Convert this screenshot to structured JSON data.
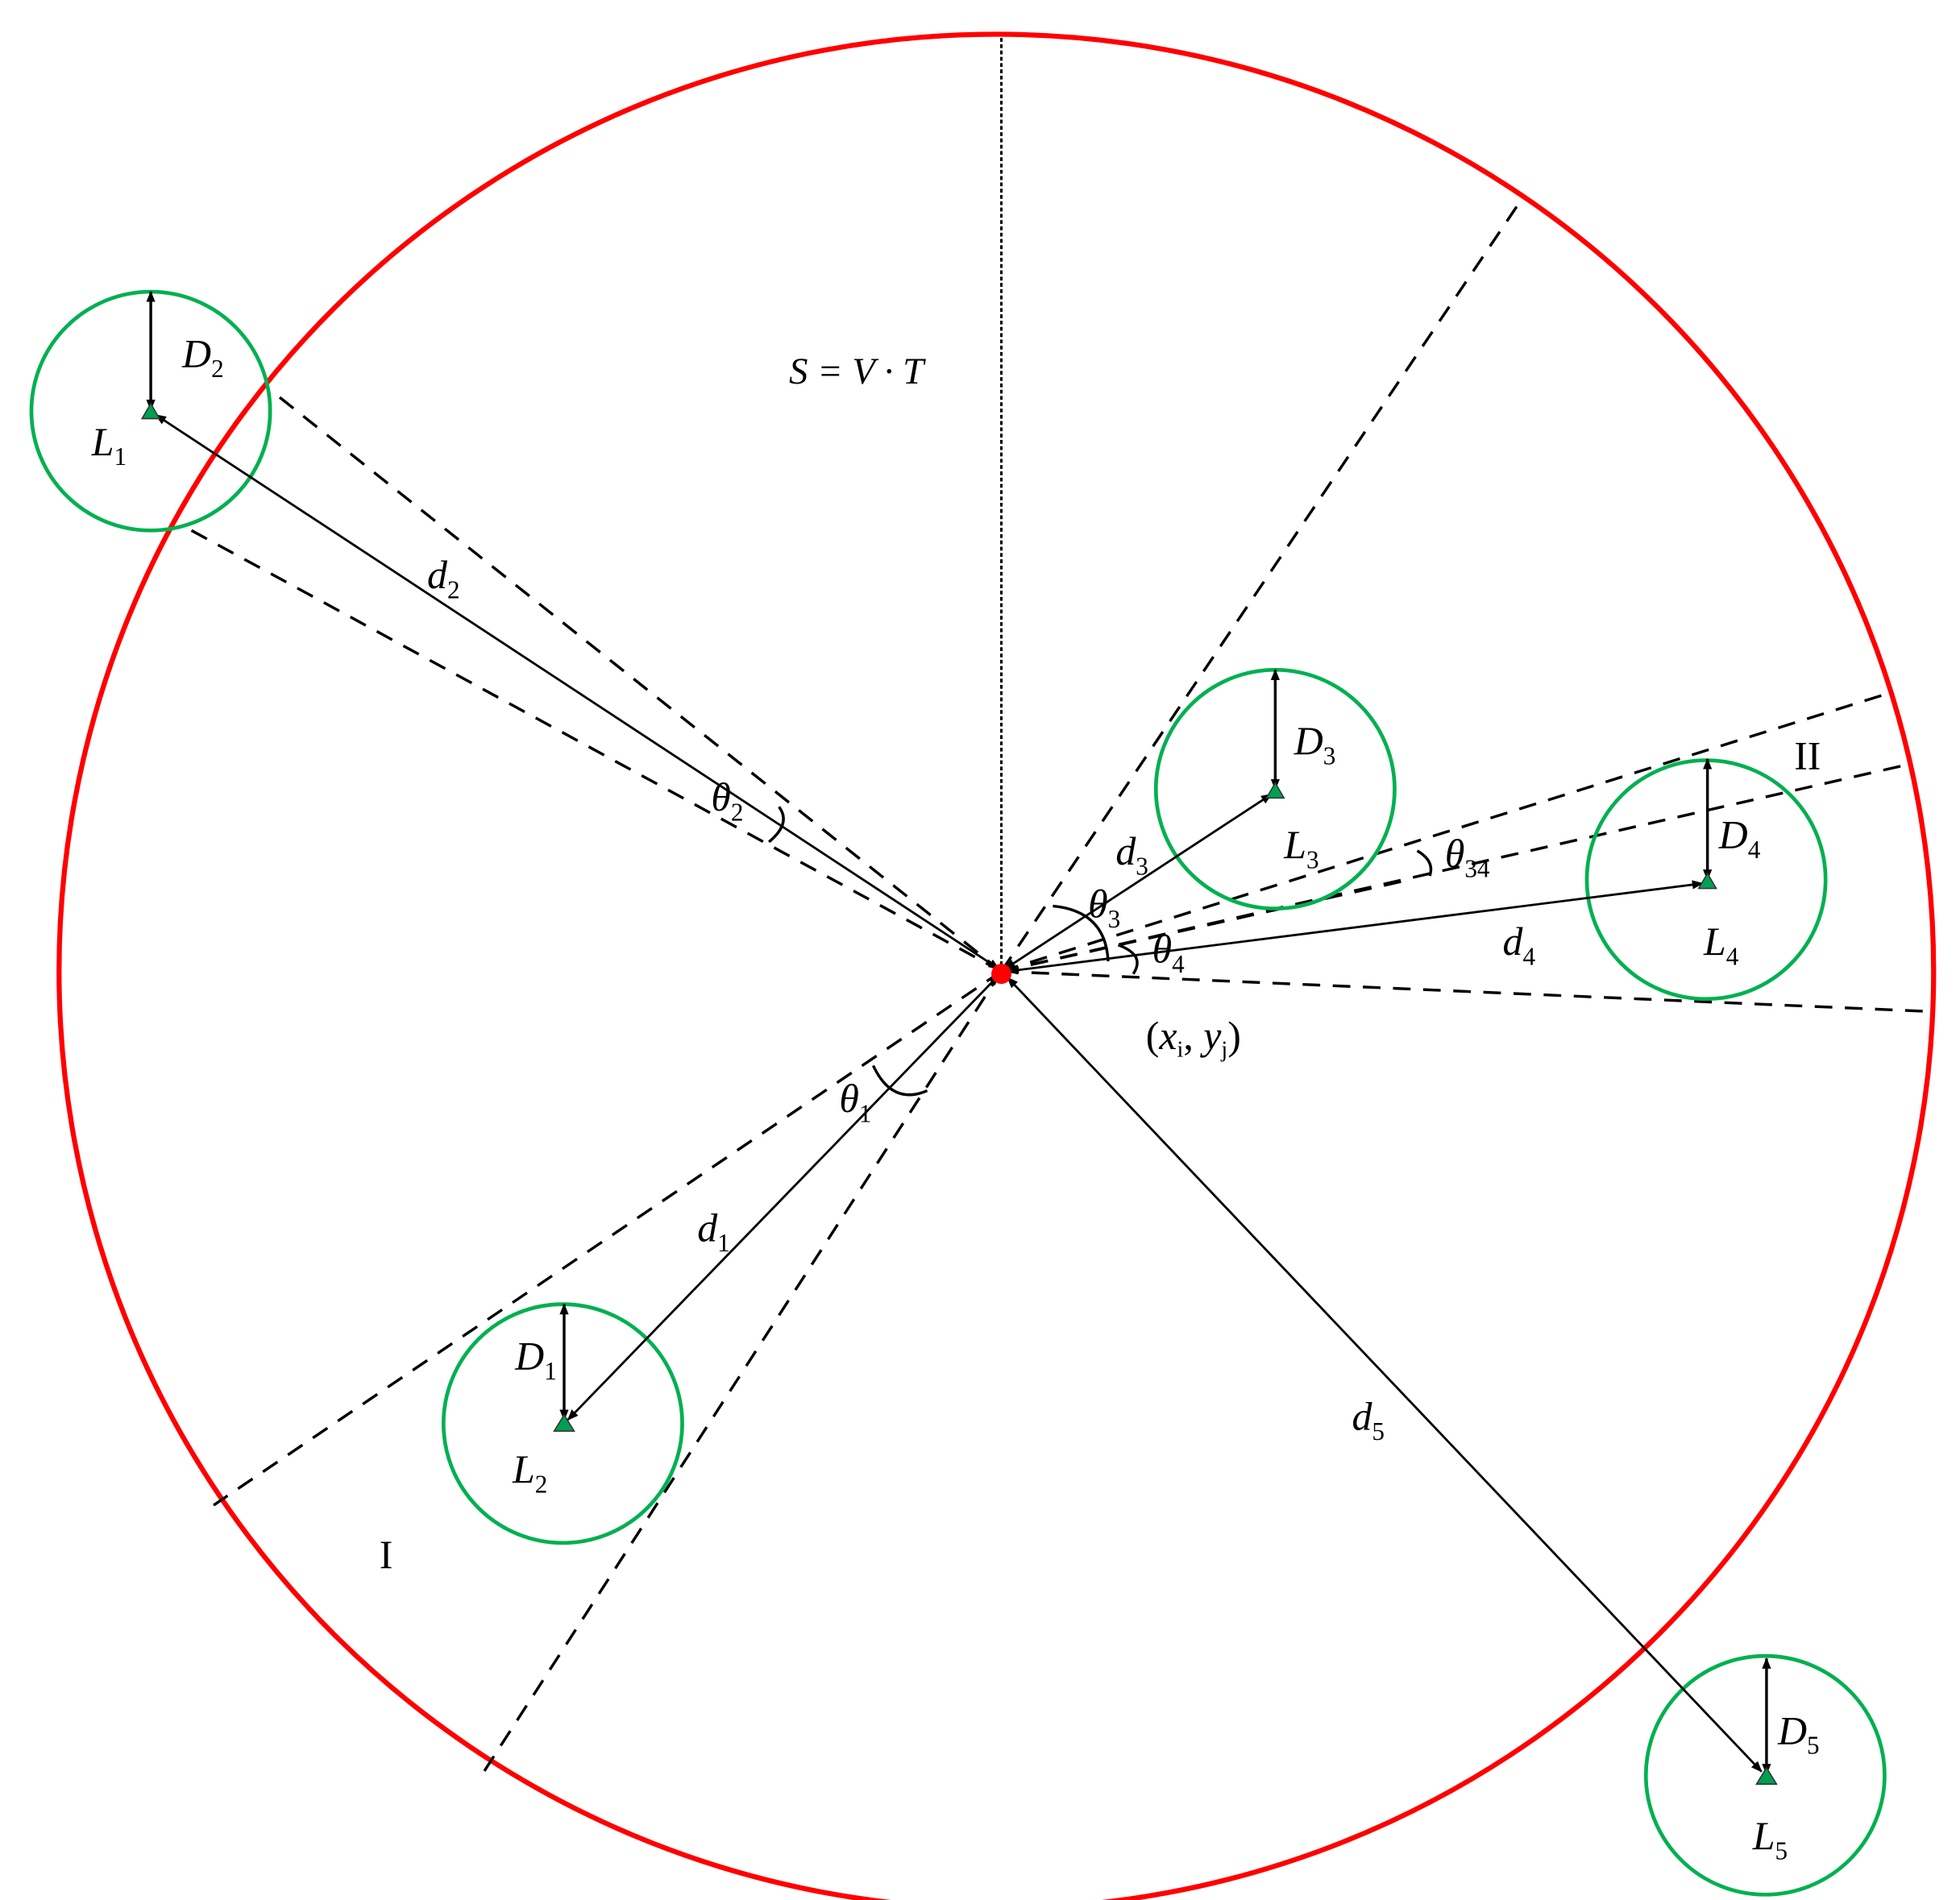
{
  "colors": {
    "boundary": "#ff0000",
    "landmark_circle": "#00b050",
    "landmark_marker": "#00a050",
    "line": "#000000",
    "center_point": "#ff0000"
  },
  "formula": "S = V · T",
  "center_label": "(x_i, y_j)",
  "center": {
    "symbol_x": "x",
    "sub_x": "i",
    "symbol_y": "y",
    "sub_y": "j"
  },
  "regions": [
    {
      "id": "I",
      "label": "I"
    },
    {
      "id": "II",
      "label": "II"
    }
  ],
  "landmarks": [
    {
      "name": "L",
      "sub": "1",
      "radius_label": "D",
      "radius_sub": "2"
    },
    {
      "name": "L",
      "sub": "2",
      "radius_label": "D",
      "radius_sub": "1"
    },
    {
      "name": "L",
      "sub": "3",
      "radius_label": "D",
      "radius_sub": "3"
    },
    {
      "name": "L",
      "sub": "4",
      "radius_label": "D",
      "radius_sub": "4"
    },
    {
      "name": "L",
      "sub": "5",
      "radius_label": "D",
      "radius_sub": "5"
    }
  ],
  "distances": [
    {
      "sym": "d",
      "sub": "1"
    },
    {
      "sym": "d",
      "sub": "2"
    },
    {
      "sym": "d",
      "sub": "3"
    },
    {
      "sym": "d",
      "sub": "4"
    },
    {
      "sym": "d",
      "sub": "5"
    }
  ],
  "angles": [
    {
      "sym": "θ",
      "sub": "1"
    },
    {
      "sym": "θ",
      "sub": "2"
    },
    {
      "sym": "θ",
      "sub": "3"
    },
    {
      "sym": "θ",
      "sub": "4"
    },
    {
      "sym": "θ",
      "sub": "34"
    }
  ]
}
